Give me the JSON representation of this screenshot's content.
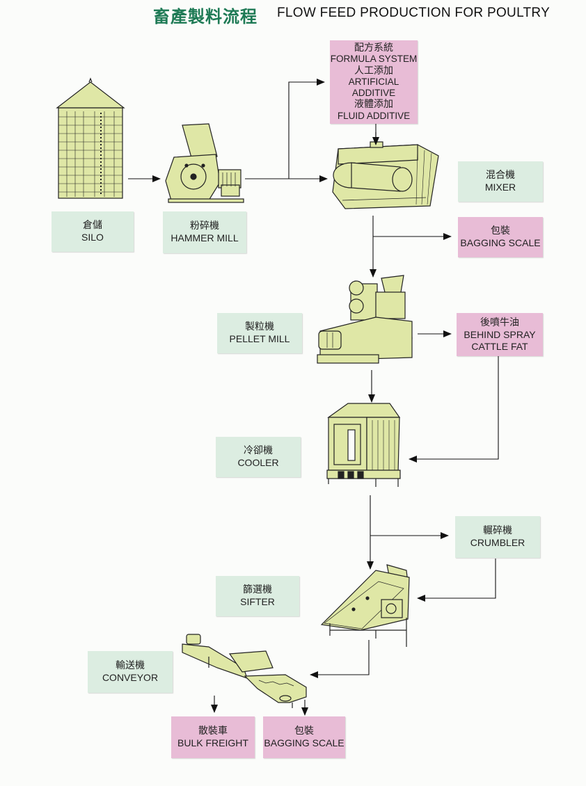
{
  "header": {
    "title_zh": "畜產製料流程",
    "title_en": "FLOW FEED PRODUCTION FOR POULTRY"
  },
  "colors": {
    "label_green": "#dcede1",
    "label_pink": "#e8bcd6",
    "machine_fill": "#dfe7a6",
    "title_green": "#1e7a55"
  },
  "labels": {
    "silo": {
      "zh": "倉儲",
      "en": "SILO"
    },
    "hammer_mill": {
      "zh": "粉碎機",
      "en": "HAMMER MILL"
    },
    "formula": {
      "line1": "配方系統",
      "line2": "FORMULA SYSTEM",
      "line3": "人工添加",
      "line4": "ARTIFICIAL",
      "line5": "ADDITIVE",
      "line6": "液體添加",
      "line7": "FLUID ADDITIVE"
    },
    "mixer": {
      "zh": "混合機",
      "en": "MIXER"
    },
    "bagging_top": {
      "zh": "包裝",
      "en": "BAGGING SCALE"
    },
    "pellet_mill": {
      "zh": "製粒機",
      "en": "PELLET MILL"
    },
    "cattle_fat": {
      "zh": "後噴牛油",
      "en1": "BEHIND SPRAY",
      "en2": "CATTLE FAT"
    },
    "cooler": {
      "zh": "冷卻機",
      "en": "COOLER"
    },
    "crumbler": {
      "zh": "輾碎機",
      "en": "CRUMBLER"
    },
    "sifter": {
      "zh": "篩選機",
      "en": "SIFTER"
    },
    "conveyor": {
      "zh": "輸送機",
      "en": "CONVEYOR"
    },
    "bulk_freight": {
      "zh": "散裝車",
      "en": "BULK FREIGHT"
    },
    "bagging_bottom": {
      "zh": "包裝",
      "en": "BAGGING SCALE"
    }
  },
  "icons": [
    "silo-icon",
    "hammer-mill-icon",
    "mixer-icon",
    "pellet-mill-icon",
    "cooler-icon",
    "sifter-icon",
    "conveyor-icon"
  ]
}
